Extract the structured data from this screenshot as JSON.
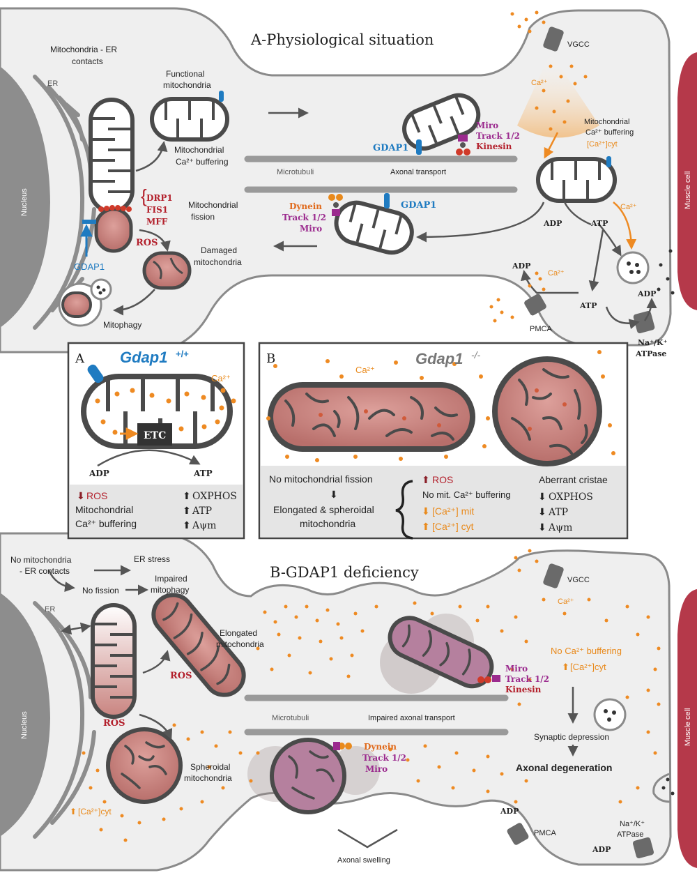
{
  "panel_a": {
    "title": "A-Physiological situation",
    "nucleus": "Nucleus",
    "er": "ER",
    "mito_er_contacts_1": "Mitochondria - ER",
    "mito_er_contacts_2": "contacts",
    "functional_1": "Functional",
    "functional_2": "mitochondria",
    "buffering_1": "Mitochondrial",
    "buffering_2": "Ca²⁺ buffering",
    "drp1": "DRP1",
    "fis1": "FIS1",
    "mff": "MFF",
    "gdap1": "GDAP1",
    "fission_1": "Mitochondrial",
    "fission_2": "fission",
    "ros": "ROS",
    "damaged_1": "Damaged",
    "damaged_2": "mitochondria",
    "mitophagy": "Mitophagy",
    "microtubuli": "Microtubuli",
    "axonal_transport": "Axonal transport",
    "gdap1_top": "GDAP1",
    "miro": "Miro",
    "track": "Track 1/2",
    "kinesin": "Kinesin",
    "dynein": "Dynein",
    "track_b": "Track 1/2",
    "miro_b": "Miro",
    "gdap1_bottom": "GDAP1",
    "vgcc": "VGCC",
    "ca": "Ca²⁺",
    "mito_buffer_1": "Mitochondrial",
    "mito_buffer_2": "Ca²⁺ buffering",
    "ca_cyt": "[Ca²⁺]cyt",
    "adp1": "ADP",
    "atp1": "ATP",
    "ca_b": "Ca²⁺",
    "adp2": "ADP",
    "ca_c": "Ca²⁺",
    "atp2": "ATP",
    "adp3": "ADP",
    "pmca": "PMCA",
    "nak_1": "Na⁺/K⁺",
    "nak_2": "ATPase",
    "muscle": "Muscle cell"
  },
  "box_a": {
    "letter": "A",
    "gene": "Gdap1",
    "geno": "+/+",
    "ca": "Ca²⁺",
    "etc": "ETC",
    "adp": "ADP",
    "atp": "ATP",
    "ros": "ROS",
    "mito_1": "Mitochondrial",
    "mito_2": "Ca²⁺ buffering",
    "oxphos": "OXPHOS",
    "atp_r": "ATP",
    "apsim": "Aψm"
  },
  "box_b": {
    "letter": "B",
    "gene": "Gdap1",
    "geno": "-/-",
    "ca": "Ca²⁺",
    "no_fission": "No mitochondrial fission",
    "elong_1": "Elongated & spheroidal",
    "elong_2": "mitochondria",
    "ros": "ROS",
    "no_buffer": "No mit. Ca²⁺ buffering",
    "ca_mit": "[Ca²⁺] mit",
    "ca_cyt": "[Ca²⁺] cyt",
    "aberrant": "Aberrant cristae",
    "oxphos": "OXPHOS",
    "atp": "ATP",
    "apsim": "Aψm"
  },
  "panel_b": {
    "title": "B-GDAP1 deficiency",
    "no_contacts_1": "No mitochondria",
    "no_contacts_2": "- ER contacts",
    "er_stress": "ER stress",
    "no_fission": "No fission",
    "impaired_1": "Impaired",
    "impaired_2": "mitophagy",
    "er": "ER",
    "nucleus": "Nucleus",
    "elongated_1": "Elongated",
    "elongated_2": "mitochondria",
    "ros1": "ROS",
    "ros2": "ROS",
    "spheroidal_1": "Spheroidal",
    "spheroidal_2": "mitochondria",
    "ca_cyt_left": "[Ca²⁺]cyt",
    "microtubuli": "Microtubuli",
    "impaired_transport": "Impaired axonal transport",
    "miro": "Miro",
    "track": "Track 1/2",
    "kinesin": "Kinesin",
    "dynein": "Dynein",
    "track_b": "Track 1/2",
    "miro_b": "Miro",
    "vgcc": "VGCC",
    "ca": "Ca²⁺",
    "no_buffering": "No Ca²⁺ buffering",
    "ca_cyt": "[Ca²⁺]cyt",
    "synaptic": "Synaptic depression",
    "degeneration": "Axonal degeneration",
    "adp1": "ADP",
    "pmca": "PMCA",
    "nak_1": "Na⁺/K⁺",
    "nak_2": "ATPase",
    "adp2": "ADP",
    "swelling": "Axonal swelling",
    "muscle": "Muscle cell"
  },
  "colors": {
    "cell_fill": "#efefef",
    "cell_stroke": "#8a8a8a",
    "mito_fill": "#c98480",
    "mito_stroke": "#4a4a4a",
    "calcium": "#ee8a22",
    "red_label": "#b3202c",
    "blue_label": "#1f7bc1",
    "purple_label": "#9b2a8e",
    "muscle": "#b5394a"
  }
}
